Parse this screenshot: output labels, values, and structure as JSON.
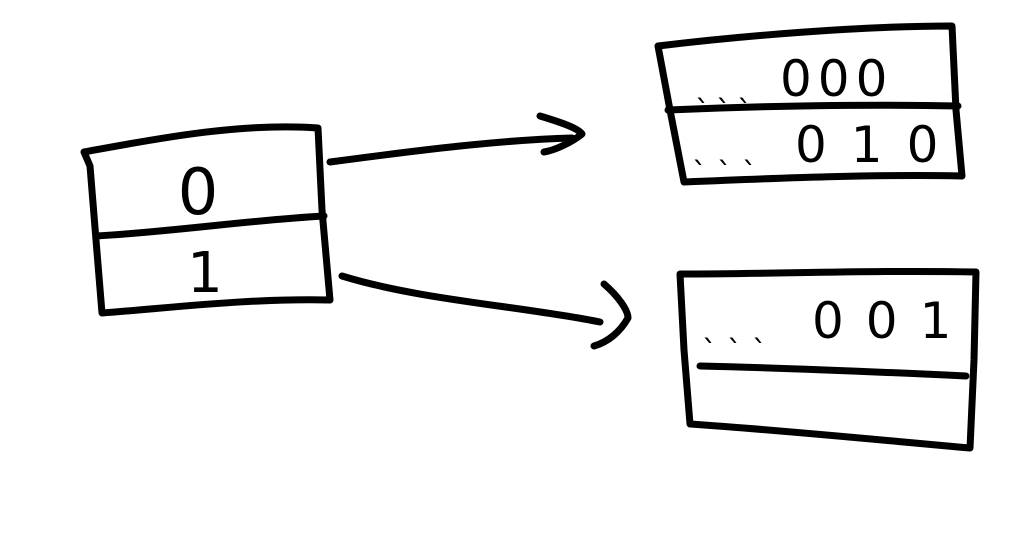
{
  "diagram": {
    "stroke_color": "#000000",
    "background_color": "#ffffff",
    "source_table": {
      "rows": [
        "0",
        "1"
      ]
    },
    "target_table_top": {
      "rows": [
        {
          "prefix": "ˎˎˎ",
          "bits": "000"
        },
        {
          "prefix": "ˎˎˎ",
          "bits": "010"
        }
      ]
    },
    "target_table_bottom": {
      "rows": [
        {
          "prefix": "ˎˎˎ",
          "bits": "001"
        },
        {
          "prefix": "",
          "bits": ""
        }
      ]
    },
    "arrows": [
      {
        "from": "source_table.rows.0",
        "to": "target_table_top"
      },
      {
        "from": "source_table.rows.1",
        "to": "target_table_bottom"
      }
    ]
  }
}
